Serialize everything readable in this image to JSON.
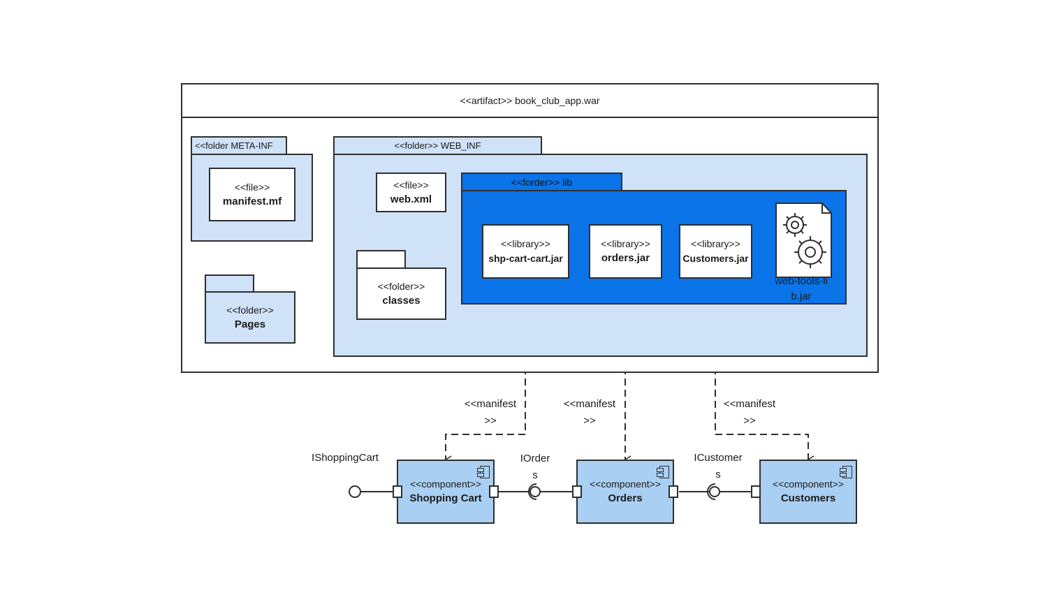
{
  "artifact": {
    "title": "<<artifact>> book_club_app.war"
  },
  "meta_inf": {
    "tab_label": "<<folder META-INF",
    "file_stereotype": "<<file>>",
    "file_name": "manifest.mf"
  },
  "pages": {
    "stereotype": "<<folder>>",
    "name": "Pages"
  },
  "web_inf": {
    "tab_label": "<<folder>> WEB_INF",
    "webxml": {
      "stereotype": "<<file>>",
      "name": "web.xml"
    },
    "classes": {
      "stereotype": "<<folder>>",
      "name": "classes"
    }
  },
  "lib": {
    "tab_label": "<<forder>> lib",
    "libraries": [
      {
        "stereotype": "<<library>>",
        "name": "shp-cart-cart.jar"
      },
      {
        "stereotype": "<<library>>",
        "name": "orders.jar"
      },
      {
        "stereotype": "<<library>>",
        "name": "Customers.jar"
      }
    ],
    "tools_jar": {
      "name": "web-tools-lib.jar",
      "icon": "gears-icon"
    }
  },
  "manifest_labels": [
    "<<manifest >>",
    "<<manifest >>",
    "<<manifest >>"
  ],
  "components": [
    {
      "stereotype": "<<component>>",
      "name": "Shopping Cart"
    },
    {
      "stereotype": "<<component>>",
      "name": "Orders"
    },
    {
      "stereotype": "<<component>>",
      "name": "Customers"
    }
  ],
  "interfaces": [
    "IShoppingCart",
    "IOrders",
    "ICustomers"
  ],
  "colors": {
    "light_blue": "#cfe2f8",
    "strong_blue": "#0a74e8",
    "component_blue": "#a9cff2",
    "stroke": "#2e2e2e"
  }
}
